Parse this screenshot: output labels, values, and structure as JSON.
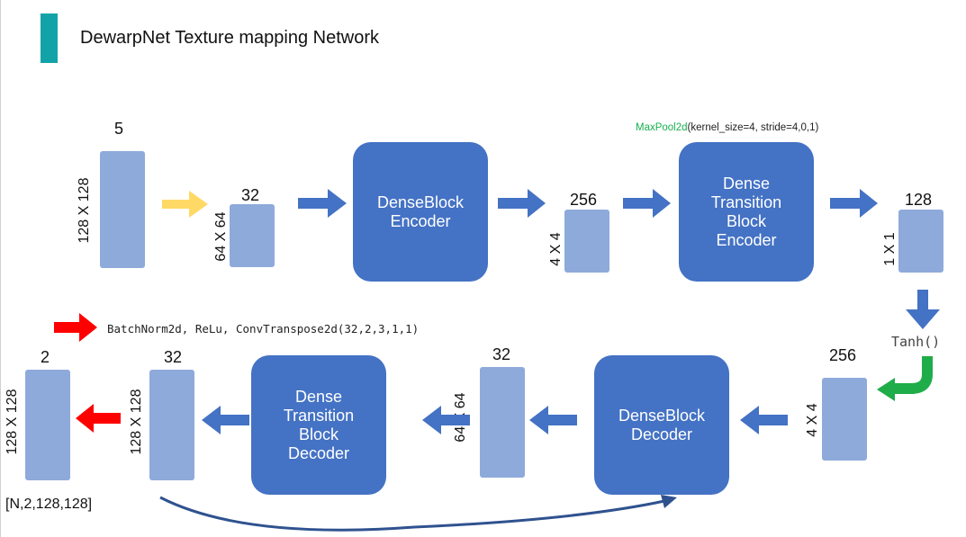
{
  "header": {
    "title": "DewarpNet Texture mapping Network"
  },
  "colors": {
    "accent": "#12a3a8",
    "block": "#4472c4",
    "tensor": "#8eaadb",
    "arrow_blue": "#4472c4",
    "arrow_yellow": "#ffd966",
    "arrow_red": "#ff0000",
    "arrow_green": "#1fad49"
  },
  "encoder": {
    "input": {
      "channels": "5",
      "size": "128 X 128"
    },
    "t1": {
      "channels": "32",
      "size": "64 X 64"
    },
    "block1": "DenseBlock\nEncoder",
    "t2": {
      "channels": "256",
      "size": "4 X 4"
    },
    "block2": "Dense\nTransition\nBlock\nEncoder",
    "t3": {
      "channels": "128",
      "size": "1 X 1"
    },
    "maxpool_name": "MaxPool2d",
    "maxpool_args": "(kernel_size=4, stride=4,0,1)"
  },
  "bottleneck": {
    "activation": "Tanh()"
  },
  "decoder": {
    "t4": {
      "channels": "256",
      "size": "4 X 4"
    },
    "block3": "DenseBlock\nDecoder",
    "t5": {
      "channels": "32",
      "size": "64 X 64"
    },
    "block4": "Dense\nTransition\nBlock\nDecoder",
    "t6": {
      "channels": "32",
      "size": "128 X 128"
    },
    "output": {
      "channels": "2",
      "size": "128 X 128"
    },
    "output_shape": "[N,2,128,128]"
  },
  "legend": {
    "red_arrow_text": "BatchNorm2d,  ReLu,  ConvTranspose2d(32,2,3,1,1)"
  }
}
